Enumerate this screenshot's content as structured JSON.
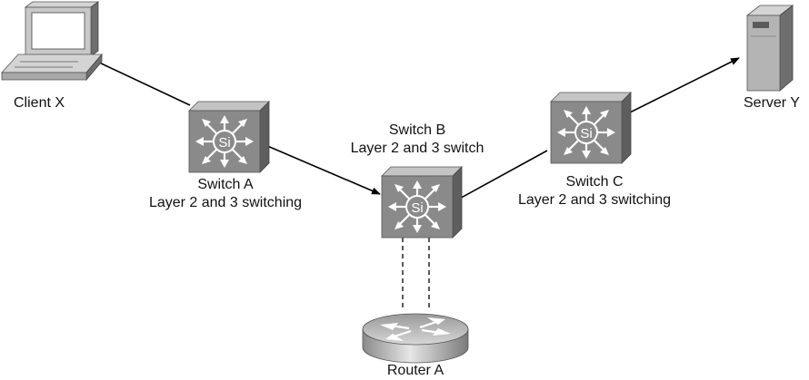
{
  "nodes": {
    "client_x": {
      "label": "Client X"
    },
    "server_y": {
      "label": "Server Y"
    },
    "switch_a": {
      "label": "Switch A",
      "sublabel": "Layer 2 and 3 switching",
      "badge": "Si"
    },
    "switch_b": {
      "label": "Switch B",
      "sublabel": "Layer 2 and 3 switch",
      "badge": "Si"
    },
    "switch_c": {
      "label": "Switch C",
      "sublabel": "Layer 2 and 3 switching",
      "badge": "Si"
    },
    "router_a": {
      "label": "Router A"
    }
  },
  "colors": {
    "line": "#000000",
    "switch_face": "#8a8a8a",
    "switch_top": "#c4c4c4",
    "switch_side": "#5e5e5e",
    "device_light": "#d4d4d4",
    "device_dark": "#6e6e6e"
  }
}
